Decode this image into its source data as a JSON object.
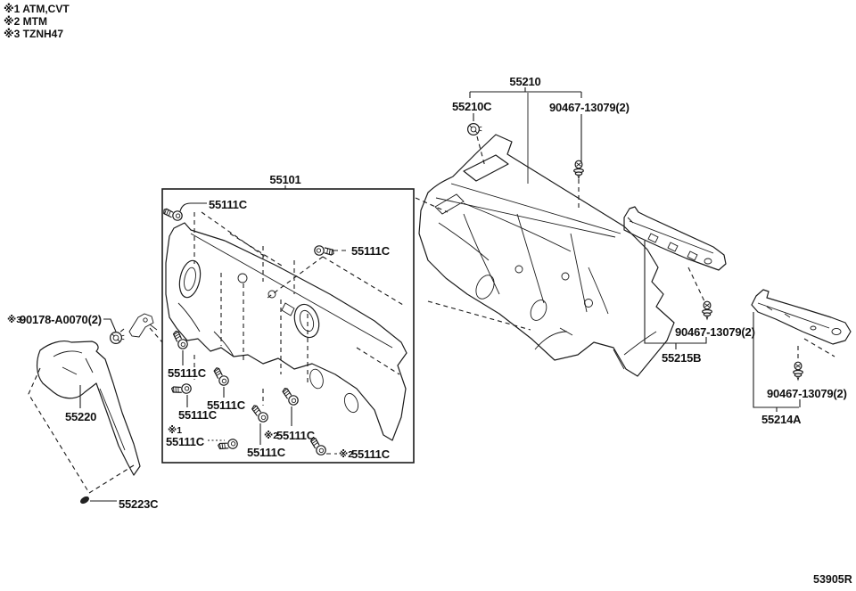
{
  "page": {
    "code": "53905R"
  },
  "legend": {
    "ref1": "※1 ATM,CVT",
    "ref2": "※2 MTM",
    "ref3": "※3 TZNH47"
  },
  "parts": {
    "p55210": "55210",
    "p55210C": "55210C",
    "p90467_top": "90467-13079(2)",
    "p90467_mid": "90467-13079(2)",
    "p90467_bot": "90467-13079(2)",
    "p55101": "55101",
    "p55215B": "55215B",
    "p55214A": "55214A",
    "p55220": "55220",
    "p55223C": "55223C",
    "p390178_ref": "※3",
    "p390178": "90178-A0070(2)",
    "bolt1": "55111C",
    "bolt2": "55111C",
    "bolt3": "55111C",
    "bolt4": "55111C",
    "bolt5": "55111C",
    "bolt6_ref": "※1",
    "bolt6": "55111C",
    "bolt7": "55111C",
    "bolt8_ref": "※2",
    "bolt8": "55111C",
    "bolt9_ref": "※2",
    "bolt9": "55111C"
  },
  "icons": {
    "bolt": "bolt-icon",
    "clip": "clip-icon",
    "grommet": "grommet-icon",
    "fastener": "fastener-icon"
  },
  "colors": {
    "line": "#1b1b1b",
    "background": "#ffffff"
  }
}
